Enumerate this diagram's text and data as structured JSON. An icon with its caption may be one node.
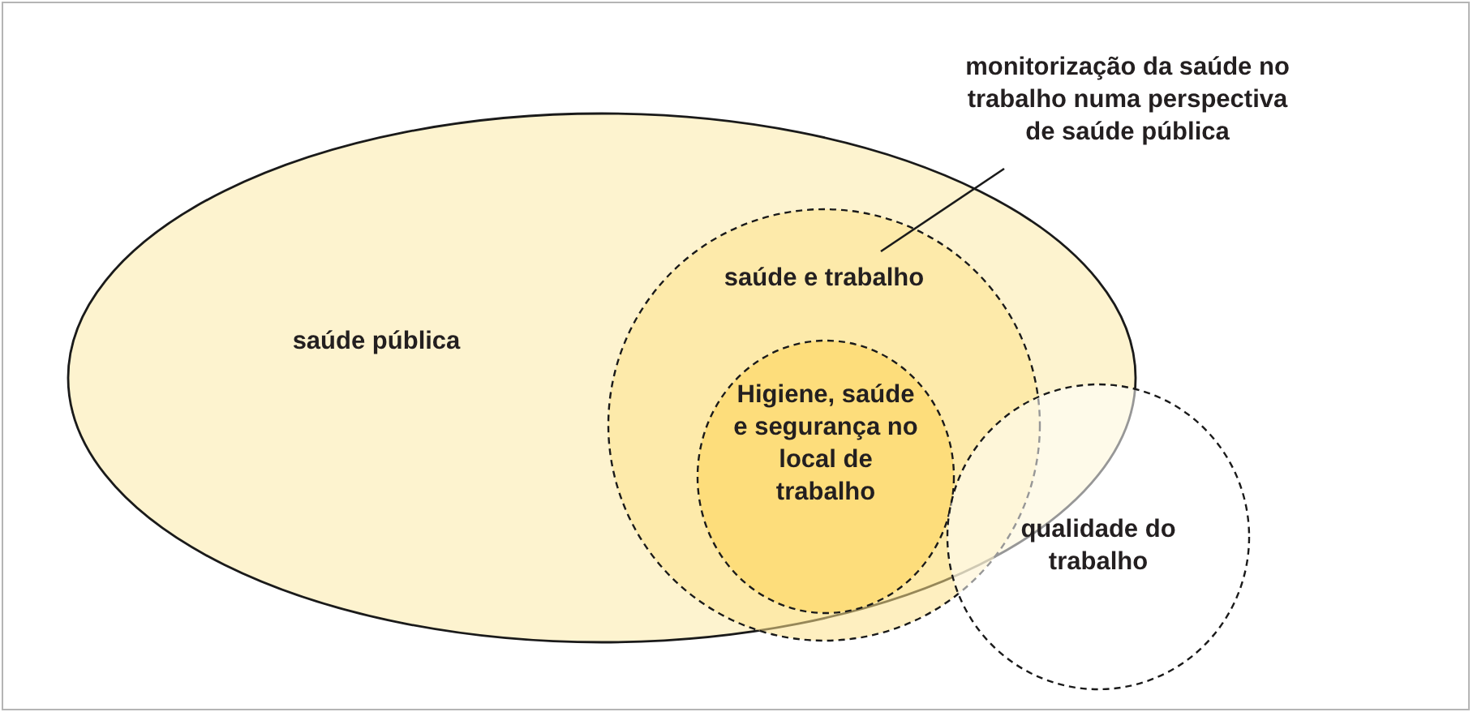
{
  "diagram": {
    "nodes": [
      {
        "text": [
          "saúde pública"
        ]
      },
      {
        "text": [
          "saúde e trabalho"
        ],
        "in": 0
      },
      {
        "text": [
          "Higiene, saúde e segurança no local de trabalho"
        ],
        "in": 1
      },
      {
        "text": [
          "qualidade do trabalho"
        ]
      },
      {
        "text": [
          "monitorização da saúde no trabalho numa perspectiva de saúde pública"
        ]
      }
    ],
    "edges": [
      {
        "from": 4,
        "to": 1,
        "arrow": "none"
      }
    ]
  }
}
